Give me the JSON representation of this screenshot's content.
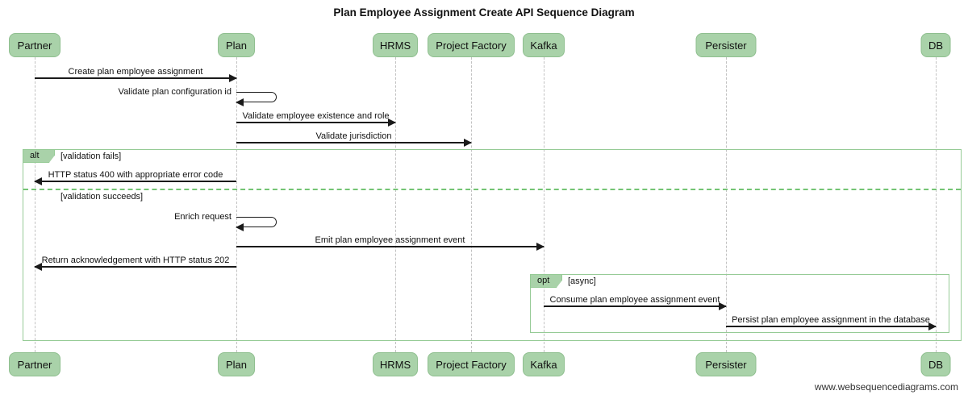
{
  "title": "Plan Employee Assignment Create API Sequence Diagram",
  "watermark": "www.websequencediagrams.com",
  "participants": [
    {
      "name": "Partner"
    },
    {
      "name": "Plan"
    },
    {
      "name": "HRMS"
    },
    {
      "name": "Project Factory"
    },
    {
      "name": "Kafka"
    },
    {
      "name": "Persister"
    },
    {
      "name": "DB"
    }
  ],
  "messages": [
    {
      "label": "Create plan employee assignment",
      "from": "Partner",
      "to": "Plan",
      "type": "solid-arrow"
    },
    {
      "label": "Validate plan configuration id",
      "from": "Plan",
      "to": "Plan",
      "type": "self"
    },
    {
      "label": "Validate employee existence and role",
      "from": "Plan",
      "to": "HRMS",
      "type": "solid-arrow"
    },
    {
      "label": "Validate jurisdiction",
      "from": "Plan",
      "to": "Project Factory",
      "type": "solid-arrow"
    },
    {
      "label": "HTTP status 400 with appropriate error code",
      "from": "Plan",
      "to": "Partner",
      "type": "solid-arrow"
    },
    {
      "label": "Enrich request",
      "from": "Plan",
      "to": "Plan",
      "type": "self"
    },
    {
      "label": "Emit plan employee assignment event",
      "from": "Plan",
      "to": "Kafka",
      "type": "solid-arrow"
    },
    {
      "label": "Return acknowledgement with HTTP status 202",
      "from": "Plan",
      "to": "Partner",
      "type": "solid-arrow"
    },
    {
      "label": "Consume plan employee assignment event",
      "from": "Kafka",
      "to": "Persister",
      "type": "solid-arrow"
    },
    {
      "label": "Persist plan employee assignment in the database",
      "from": "Persister",
      "to": "DB",
      "type": "solid-arrow"
    }
  ],
  "fragments": [
    {
      "label": "alt",
      "conditions": [
        "[validation fails]",
        "[validation succeeds]"
      ]
    },
    {
      "label": "opt",
      "conditions": [
        "[async]"
      ]
    }
  ],
  "colors": {
    "participant_fill": "#a9d2a9",
    "participant_border": "#8fbf8f",
    "frame_border": "#96cb96",
    "divider": "#74c474",
    "lifeline": "#c2c2c2",
    "arrow": "#1a1a1a"
  }
}
